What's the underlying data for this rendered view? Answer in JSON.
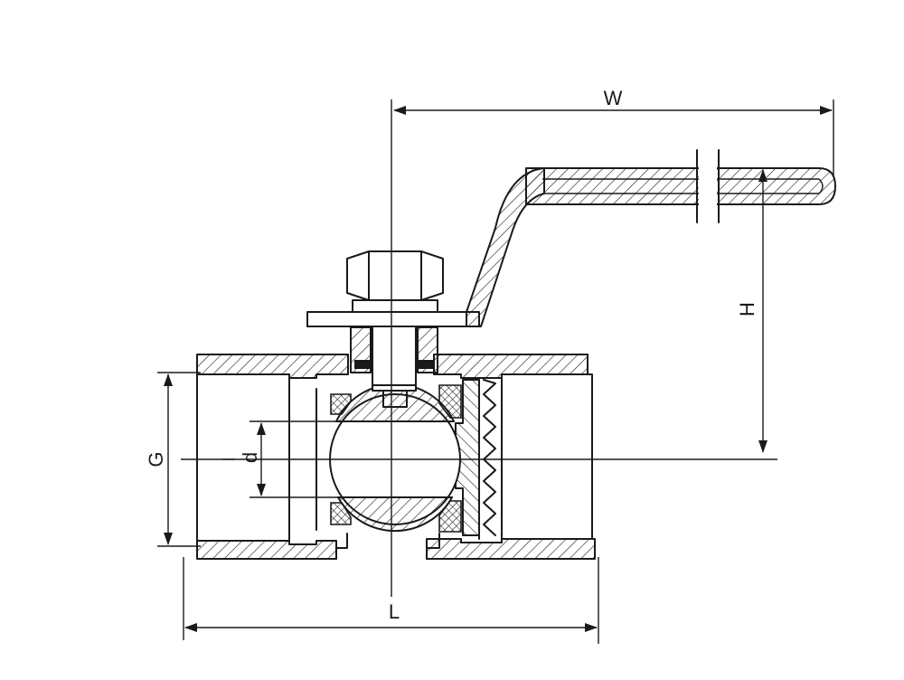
{
  "dimensions": {
    "width_label": "W",
    "height_label": "H",
    "thread_label": "G",
    "bore_label": "d",
    "length_label": "L"
  }
}
